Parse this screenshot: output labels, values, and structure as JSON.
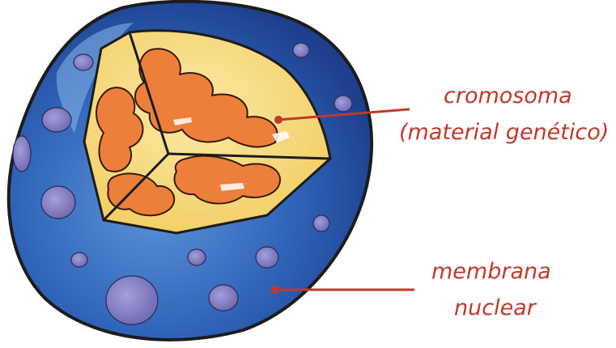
{
  "colors": {
    "label_text": "#c0392b",
    "leader_line": "#c0392b",
    "nucleus_blue": "#2f63b8",
    "nucleus_light_blue": "#5c93d8",
    "pores": "#7d79bd",
    "cutaway_yellow": "#f6d97a",
    "chromatin_orange": "#ec7f3a",
    "outline": "#1c1c1c"
  },
  "labels": {
    "chromosome_line1": "cromosoma",
    "chromosome_line2": "(material genético)",
    "membrane_line1": "membrana",
    "membrane_line2": "nuclear"
  },
  "icons": {
    "nucleus": "cell-nucleus-cutaway"
  }
}
